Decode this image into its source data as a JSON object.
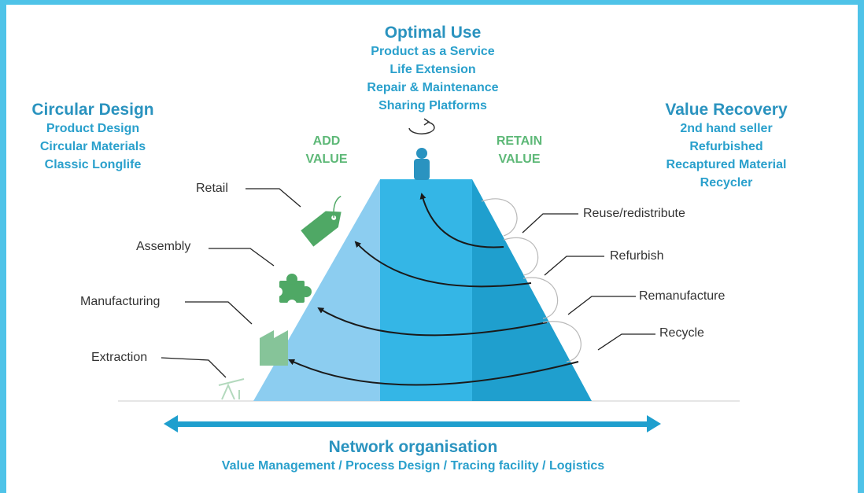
{
  "optimal_use": {
    "title": "Optimal Use",
    "items": [
      "Product as a Service",
      "Life Extension",
      "Repair & Maintenance",
      "Sharing Platforms"
    ]
  },
  "circular_design": {
    "title": "Circular Design",
    "items": [
      "Product Design",
      "Circular Materials",
      "Classic Longlife"
    ]
  },
  "value_recovery": {
    "title": "Value Recovery",
    "items": [
      "2nd hand seller",
      "Refurbished",
      "Recaptured Material",
      "Recycler"
    ]
  },
  "add_value": [
    "ADD",
    "VALUE"
  ],
  "retain_value": [
    "RETAIN",
    "VALUE"
  ],
  "left_stages": [
    "Retail",
    "Assembly",
    "Manufacturing",
    "Extraction"
  ],
  "right_loops": [
    "Reuse/redistribute",
    "Refurbish",
    "Remanufacture",
    "Recycle"
  ],
  "network": {
    "title": "Network organisation",
    "subtitle": "Value Management / Process Design / Tracing facility / Logistics"
  },
  "colors": {
    "frame": "#4fc3e8",
    "pyramid_left": "#8ccdf0",
    "pyramid_mid": "#34b6e6",
    "pyramid_right": "#1f9fce",
    "icon_green": "#4fa865",
    "heading_blue": "#2a93bf"
  }
}
